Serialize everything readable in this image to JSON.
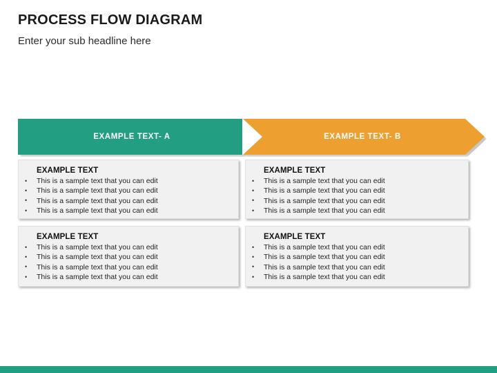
{
  "header": {
    "title": "PROCESS FLOW DIAGRAM",
    "subtitle": "Enter your sub headline here"
  },
  "colors": {
    "green": "#229e82",
    "orange": "#eda02f",
    "box_background": "#f1f1f1",
    "text": "#222222",
    "arrow_label": "#ffffff"
  },
  "arrows": [
    {
      "label": "EXAMPLE TEXT- A",
      "color": "#229e82",
      "icon": "chevron-right-icon"
    },
    {
      "label": "EXAMPLE TEXT- B",
      "color": "#eda02f",
      "icon": "chevron-right-icon"
    }
  ],
  "boxes": [
    {
      "title": "EXAMPLE TEXT",
      "bullets": [
        "This is a sample text that you can edit",
        "This is a sample text that you can edit",
        "This is a sample text that you can edit",
        "This is a sample text that you can edit"
      ]
    },
    {
      "title": "EXAMPLE TEXT",
      "bullets": [
        "This is a sample text that you can edit",
        "This is a sample text that you can edit",
        "This is a sample text that you can edit",
        "This is a sample text that you can edit"
      ]
    },
    {
      "title": "EXAMPLE TEXT",
      "bullets": [
        "This is a sample text that you can edit",
        "This is a sample text that you can edit",
        "This is a sample text that you can edit",
        "This is a sample text that you can edit"
      ]
    },
    {
      "title": "EXAMPLE TEXT",
      "bullets": [
        "This is a sample text that you can edit",
        "This is a sample text that you can edit",
        "This is a sample text that you can edit",
        "This is a sample text that you can edit"
      ]
    }
  ]
}
